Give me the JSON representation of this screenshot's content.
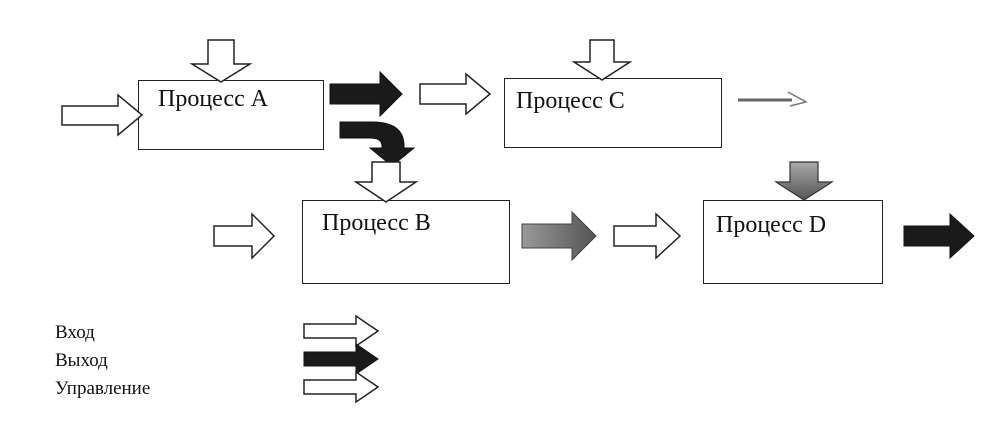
{
  "processes": {
    "a": {
      "label": "Процесс A"
    },
    "b": {
      "label": "Процесс B"
    },
    "c": {
      "label": "Процесс C"
    },
    "d": {
      "label": "Процесс D"
    }
  },
  "legend": {
    "input": "Вход",
    "output": "Выход",
    "control": "Управление"
  },
  "colors": {
    "outline": "#222222",
    "output_dark": "#1a1a1a",
    "output_gray": "#777777",
    "hollow_fill": "#ffffff"
  }
}
